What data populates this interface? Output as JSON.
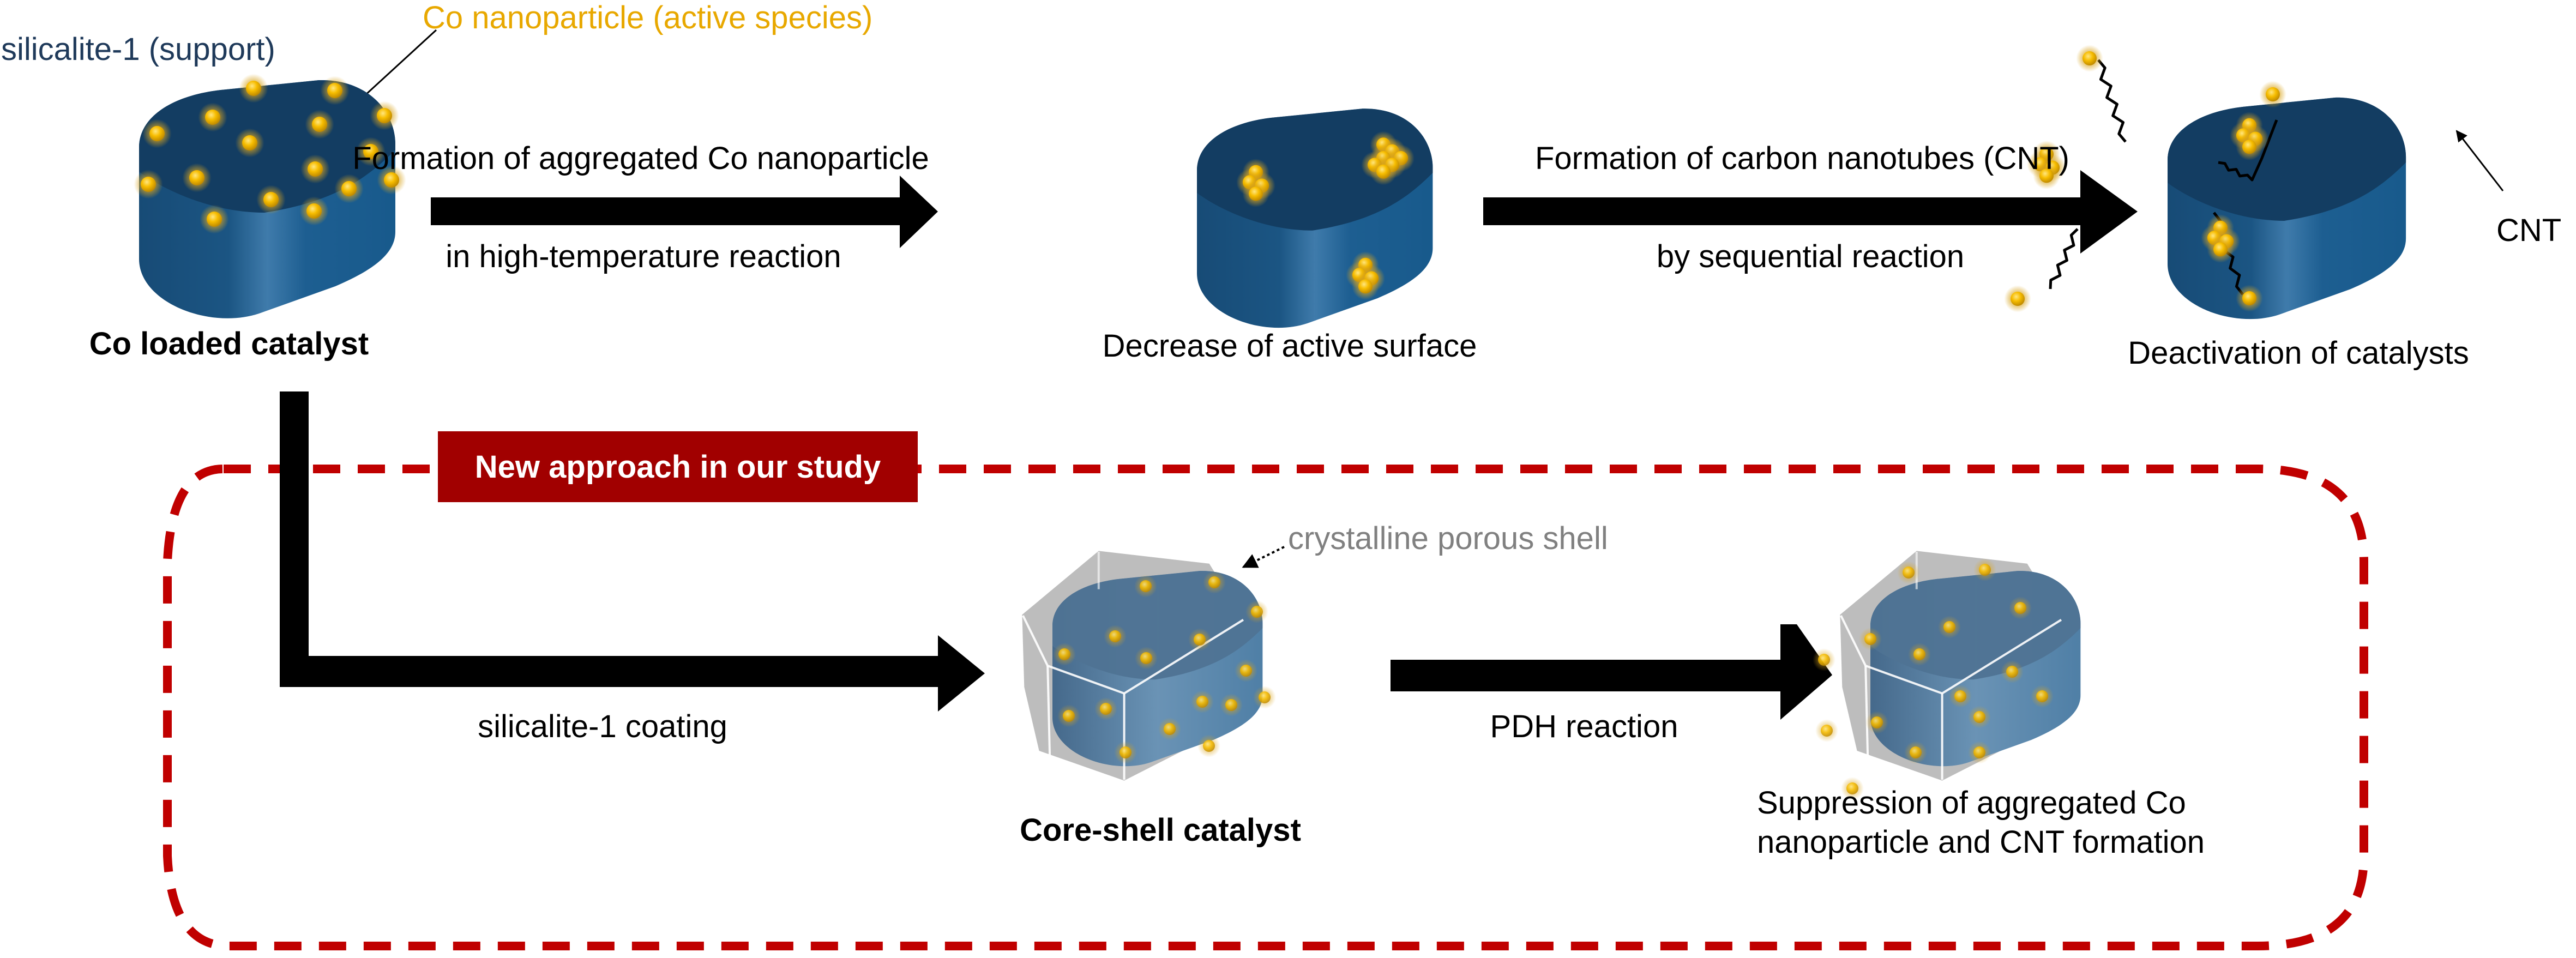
{
  "colors": {
    "support_top": "#133d62",
    "support_side": "#1a5685",
    "support_highlight": "#3f7bab",
    "nanoparticle": "#f6b800",
    "nanoparticle_glow": "#c9a040",
    "shell": "#b9b9b9",
    "shell_edge": "#ffffff",
    "core_in_shell": "#4f7394",
    "dashed_box": "#c00000",
    "badge_bg": "#a10000",
    "label_support": "#1f3a5a",
    "label_nanoparticle": "#e8a800",
    "label_shell": "#808080",
    "arrow": "#000000"
  },
  "top_row": {
    "callout_support": "silicalite-1 (support)",
    "callout_nanoparticle": "Co nanoparticle (active species)",
    "stage1_caption": "Co loaded catalyst",
    "arrow1_label_top": "Formation of aggregated Co nanoparticle",
    "arrow1_label_bottom": "in high-temperature reaction",
    "stage2_caption": "Decrease of active surface",
    "arrow2_label_top": "Formation of carbon nanotubes (CNT)",
    "arrow2_label_bottom": "by sequential reaction",
    "stage3_caption": "Deactivation of catalysts",
    "callout_cnt": "CNT"
  },
  "bottom_row": {
    "badge": "New approach in our study",
    "callout_shell": "crystalline porous shell",
    "arrow3_label": "silicalite-1 coating",
    "stage4_caption": "Core-shell catalyst",
    "arrow4_label": "PDH reaction",
    "stage5_caption_line1": "Suppression of aggregated Co",
    "stage5_caption_line2": "nanoparticle and CNT formation"
  }
}
